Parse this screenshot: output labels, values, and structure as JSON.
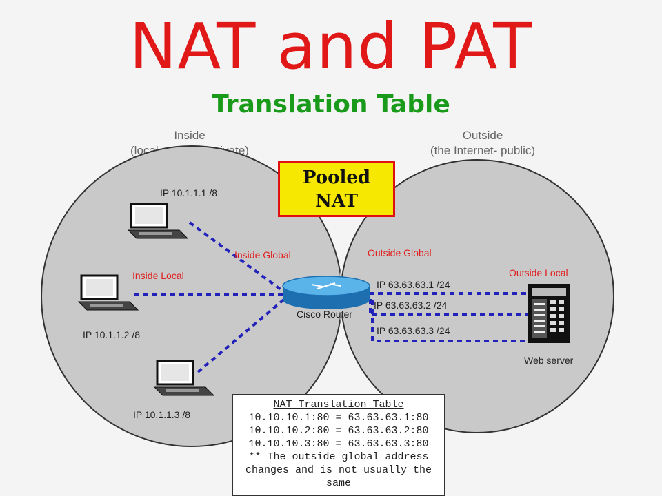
{
  "title": "NAT and PAT",
  "subtitle": "Translation Table",
  "inside_zone": {
    "name": "Inside",
    "desc": "(local network- private)"
  },
  "outside_zone": {
    "name": "Outside",
    "desc": "(the Internet- public)"
  },
  "pooled_box": {
    "line1": "Pooled",
    "line2": "NAT"
  },
  "labels": {
    "inside_global": "Inside Global",
    "inside_local": "Inside Local",
    "outside_global": "Outside Global",
    "outside_local": "Outside Local",
    "router": "Cisco Router",
    "server": "Web server"
  },
  "hosts": [
    {
      "ip": "IP 10.1.1.1 /8",
      "icon": "computer-icon"
    },
    {
      "ip": "IP 10.1.1.2 /8",
      "icon": "computer-icon"
    },
    {
      "ip": "IP 10.1.1.3 /8",
      "icon": "computer-icon"
    }
  ],
  "outside_ips": [
    "IP 63.63.63.1 /24",
    "IP 63.63.63.2 /24",
    "IP 63.63.63.3 /24"
  ],
  "nat_table": {
    "title": "NAT Translation Table",
    "rows": [
      "10.10.10.1:80 = 63.63.63.1:80",
      "10.10.10.2:80 = 63.63.63.2:80",
      "10.10.10.3:80 = 63.63.63.3:80"
    ],
    "note_line1": "** The outside global address",
    "note_line2": "changes and is not usually the",
    "note_line3": "same"
  },
  "colors": {
    "title": "#e01818",
    "subtitle": "#1a9a1a",
    "link": "#2222bb",
    "label_red": "#e02020",
    "pool_fill": "#f6e800"
  }
}
